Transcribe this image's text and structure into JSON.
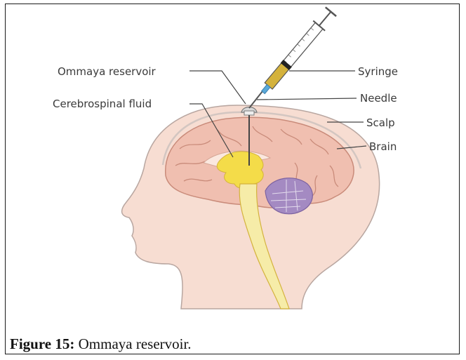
{
  "labels": {
    "ommaya_reservoir": "Ommaya reservoir",
    "cerebrospinal_fluid": "Cerebrospinal fluid",
    "syringe": "Syringe",
    "needle": "Needle",
    "scalp": "Scalp",
    "brain": "Brain"
  },
  "caption": {
    "label": "Figure 15:",
    "text": " Ommaya reservoir."
  },
  "colors": {
    "skin": "#f7ddd2",
    "skin_outline": "#b8a6a0",
    "brain": "#f0bfb0",
    "brain_folds": "#c98b7a",
    "csf_yellow": "#f4dc49",
    "brainstem": "#f6eca8",
    "cerebellum": "#a48ac2",
    "reservoir": "#d9d9d9",
    "syringe_fluid": "#d4b23c",
    "syringe_tip": "#5aa9d8"
  }
}
